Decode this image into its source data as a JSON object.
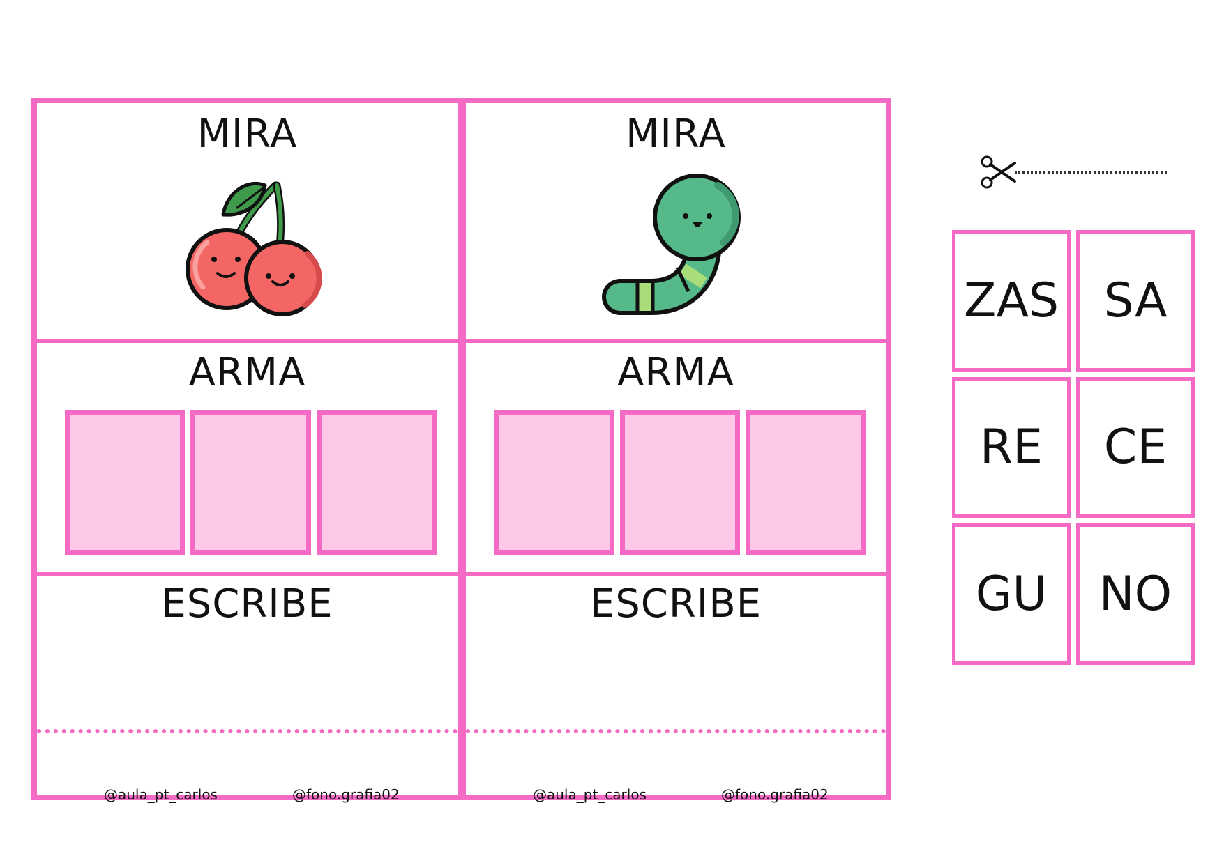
{
  "cards": [
    {
      "mira_label": "MIRA",
      "picture_icon": "cherries-icon",
      "arma_label": "ARMA",
      "slots": 3,
      "escribe_label": "ESCRIBE",
      "credit_left": "@aula_pt_carlos",
      "credit_right": "@fono.grafia02"
    },
    {
      "mira_label": "MIRA",
      "picture_icon": "worm-icon",
      "arma_label": "ARMA",
      "slots": 3,
      "escribe_label": "ESCRIBE",
      "credit_left": "@aula_pt_carlos",
      "credit_right": "@fono.grafia02"
    }
  ],
  "cut_icon": "scissors-icon",
  "syllable_tiles": [
    "ZAS",
    "SA",
    "RE",
    "CE",
    "GU",
    "NO"
  ],
  "colors": {
    "border_pink": "#f56ac4",
    "slot_fill": "#fec9e8",
    "cherry_red": "#f46664",
    "leaf_green": "#3f9a4c",
    "worm_green": "#55b98a",
    "worm_light": "#a8dd7a"
  }
}
